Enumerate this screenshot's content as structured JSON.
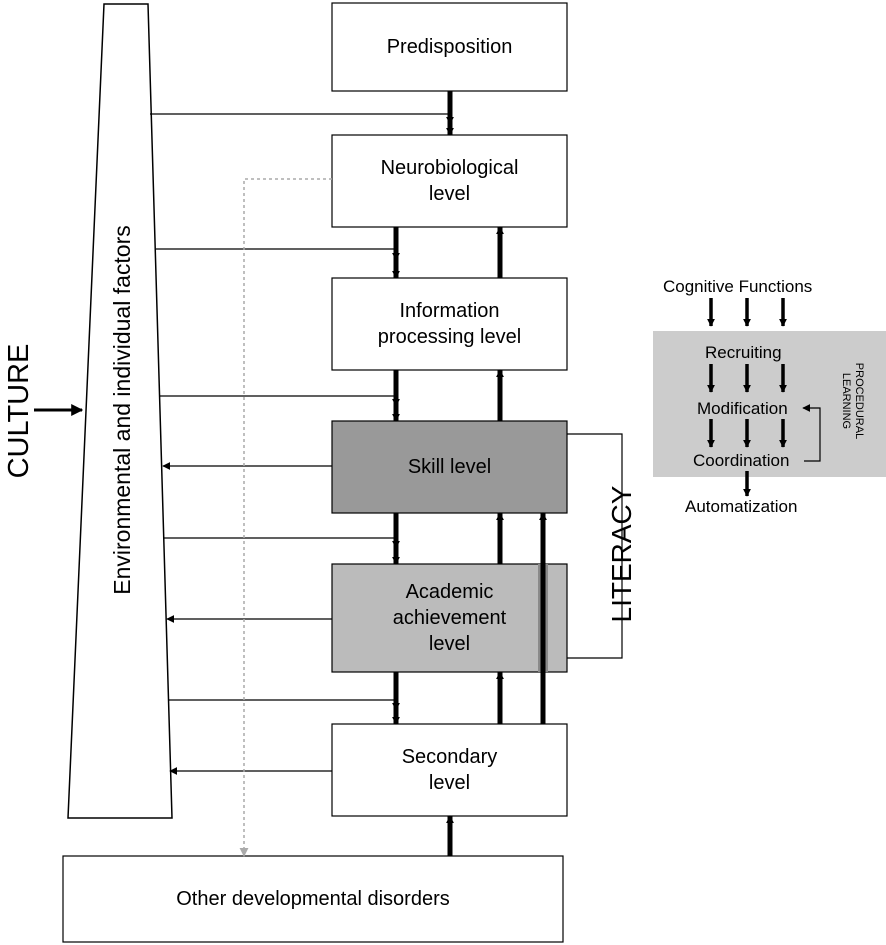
{
  "diagram": {
    "left_pillar_label": "Environmental and individual factors",
    "culture_label": "CULTURE",
    "literacy_label": "LITERACY",
    "levels": {
      "predisposition": "Predisposition",
      "neurobiological": "Neurobiological\nlevel",
      "information_processing": "Information\nprocessing level",
      "skill": "Skill level",
      "academic": "Academic\nachievement\nlevel",
      "secondary": "Secondary\nlevel",
      "other": "Other developmental disorders"
    },
    "procedural_panel": {
      "cognitive_functions": "Cognitive Functions",
      "recruiting": "Recruiting",
      "modification": "Modification",
      "coordination": "Coordination",
      "automatization": "Automatization",
      "side_label": "PROCEDURAL\nLEARNING"
    },
    "colors": {
      "skill_fill": "#999999",
      "academic_fill": "#bbbbbb",
      "panel_fill": "#cccccc",
      "dotted_line": "#aaaaaa",
      "literacy_bar": "#8a8a8a"
    }
  }
}
